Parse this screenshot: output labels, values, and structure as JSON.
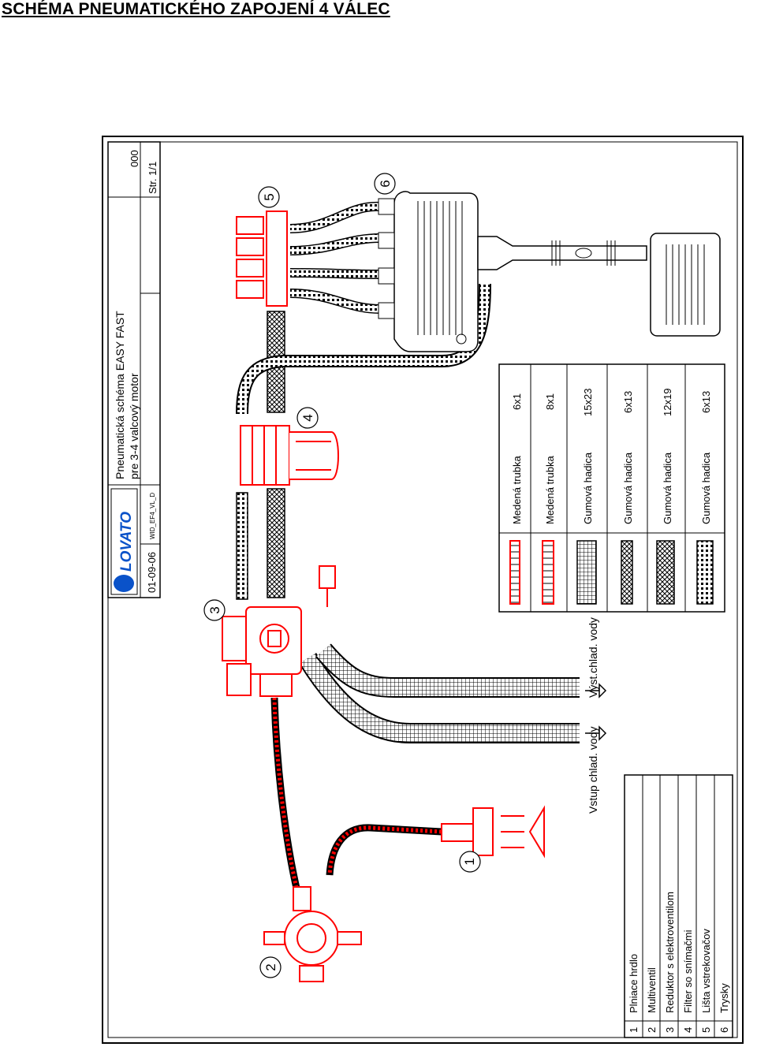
{
  "title": "SCHÉMA PNEUMATICKÉHO ZAPOJENÍ 4 VÁLEC",
  "title_block": {
    "logo": "LOVATO",
    "drawing_title": "Pneumatická schéma EASY FAST",
    "drawing_subtitle": "pre 3-4 valcový motor",
    "date": "01-09-06",
    "file_code": "WID_EF4_VL_D",
    "revision": "000",
    "sheet": "Str.  1/1"
  },
  "parts": [
    {
      "num": "1",
      "name": "Plniace hrdlo"
    },
    {
      "num": "2",
      "name": "Multiventil"
    },
    {
      "num": "3",
      "name": "Reduktor s elektroventilom"
    },
    {
      "num": "4",
      "name": "Filter so snímačmi"
    },
    {
      "num": "5",
      "name": "Lišta vstrekovačov"
    },
    {
      "num": "6",
      "name": "Trysky"
    }
  ],
  "legend": [
    {
      "name": "Medená trubka",
      "size": "6x1"
    },
    {
      "name": "Medená trubka",
      "size": "8x1"
    },
    {
      "name": "Gumová hadica",
      "size": "15x23"
    },
    {
      "name": "Gumová hadica",
      "size": "6x13"
    },
    {
      "name": "Gumová hadica",
      "size": "12x19"
    },
    {
      "name": "Gumová hadica",
      "size": "6x13"
    }
  ],
  "callouts": [
    "1",
    "2",
    "3",
    "4",
    "5",
    "6"
  ],
  "water": {
    "inlet": "Vstup chlad. vody",
    "outlet": "Výst.chlad. vody"
  },
  "colors": {
    "component": "#ff0000",
    "line": "#000000",
    "background": "#ffffff"
  }
}
